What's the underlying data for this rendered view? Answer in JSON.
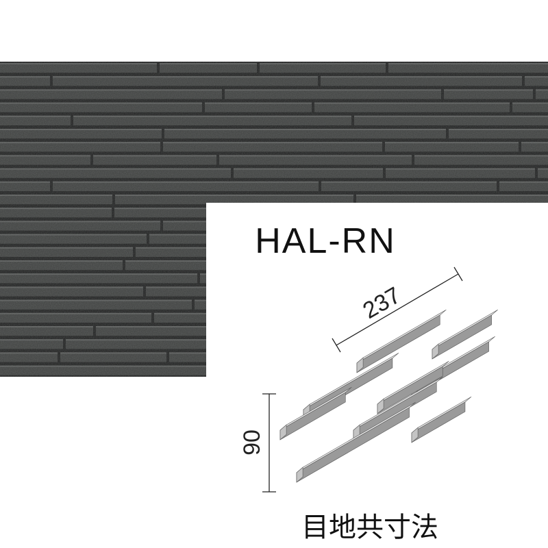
{
  "product": {
    "code": "HAL-RN",
    "dim_length": "237",
    "dim_height": "90",
    "caption": "目地共寸法"
  },
  "colors": {
    "wall_stone": "#3d3f3e",
    "wall_joint": "#1e1f1f",
    "wall_highlight": "#595b5a",
    "stick_top": "#e8e8e8",
    "stick_front": "#9a9a9a",
    "stick_end": "#c4c4c4"
  },
  "icons": {
    "wall_photo": "textured-stone-strip-wall",
    "tile_diagram": "isometric-stick-tile"
  }
}
